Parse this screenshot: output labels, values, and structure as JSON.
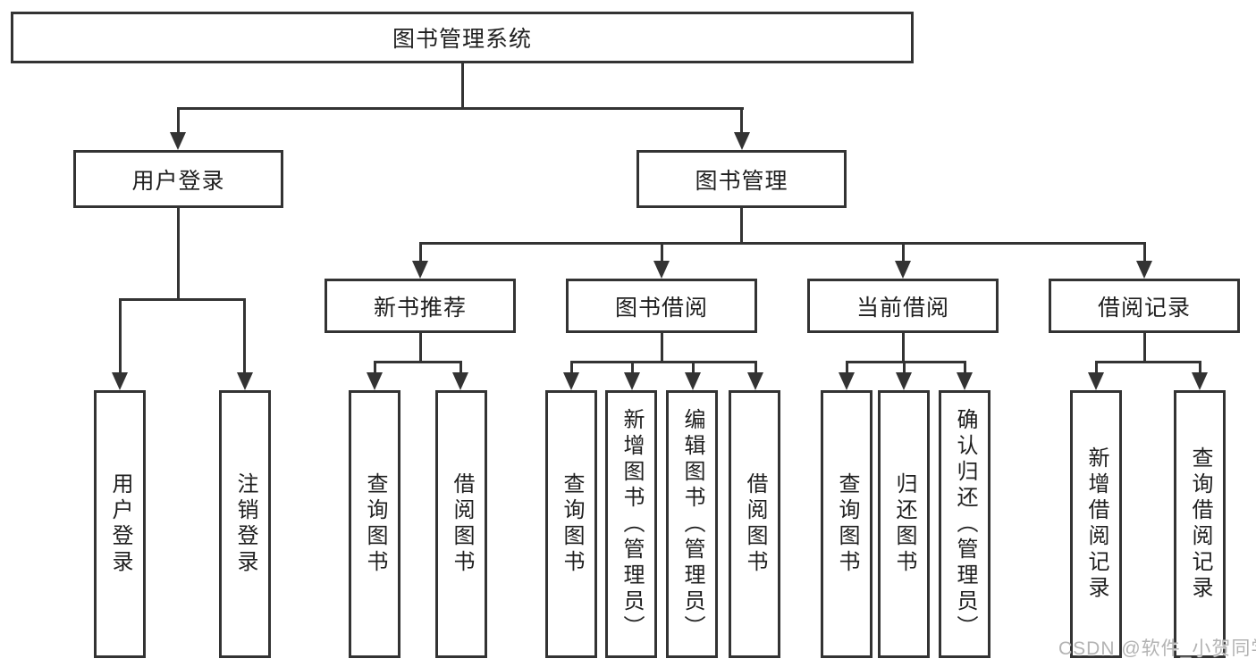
{
  "tree": {
    "root": "图书管理系统",
    "children": [
      {
        "label": "用户登录",
        "leaves": [
          "用户登录",
          "注销登录"
        ]
      },
      {
        "label": "图书管理",
        "children": [
          {
            "label": "新书推荐",
            "leaves": [
              "查询图书",
              "借阅图书"
            ]
          },
          {
            "label": "图书借阅",
            "leaves": [
              "查询图书",
              "新增图书（管理员）",
              "编辑图书（管理员）",
              "借阅图书"
            ]
          },
          {
            "label": "当前借阅",
            "leaves": [
              "查询图书",
              "归还图书",
              "确认归还（管理员）"
            ]
          },
          {
            "label": "借阅记录",
            "leaves": [
              "新增借阅记录",
              "查询借阅记录"
            ]
          }
        ]
      }
    ]
  },
  "watermark": {
    "text": "CSDN @软件_小贺同学",
    "color": "#b3b3b3"
  },
  "colors": {
    "line": "#333333",
    "box_border": "#333333",
    "box_fill": "#ffffff",
    "text": "#1f1f1f",
    "background": "#ffffff"
  }
}
